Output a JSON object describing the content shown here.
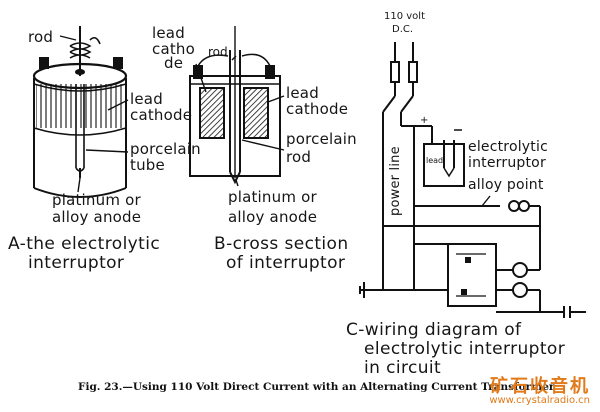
{
  "figure_a": {
    "label_rod": "rod",
    "label_lead": "lead",
    "label_cathode": "cathode",
    "label_porcelain": "porcelain",
    "label_tube": "tube",
    "label_platinum": "platinum or",
    "label_alloy": "alloy anode",
    "caption_1": "A-the electrolytic",
    "caption_2": "interruptor"
  },
  "figure_b": {
    "label_lead": "lead",
    "label_catho": "catho",
    "label_de": "de",
    "label_rod_top": "rod",
    "label_lead2": "lead",
    "label_cathode2": "cathode",
    "label_porcelain": "porcelain",
    "label_rod": "rod",
    "label_platinum": "platinum or",
    "label_alloy": "alloy anode",
    "caption_1": "B-cross section",
    "caption_2": "of interruptor"
  },
  "figure_c": {
    "label_volt": "110 volt",
    "label_dc": "D.C.",
    "label_plus": "+",
    "label_power_line": "power line",
    "label_lead_small": "lead",
    "label_electrolytic": "electrolytic",
    "label_interruptor": "interruptor",
    "label_alloy_point": "alloy point",
    "caption_1": "C-wiring diagram of",
    "caption_2": "electrolytic interruptor",
    "caption_3": "in circuit"
  },
  "caption": "Fig. 23.—Using 110 Volt Direct Current with an Alternating Current Transformer",
  "watermark": {
    "cn": "矿石收音机",
    "url": "www.crystalradio.cn"
  },
  "colors": {
    "ink": "#161616",
    "watermark": "#e07a1a",
    "background": "#ffffff"
  }
}
